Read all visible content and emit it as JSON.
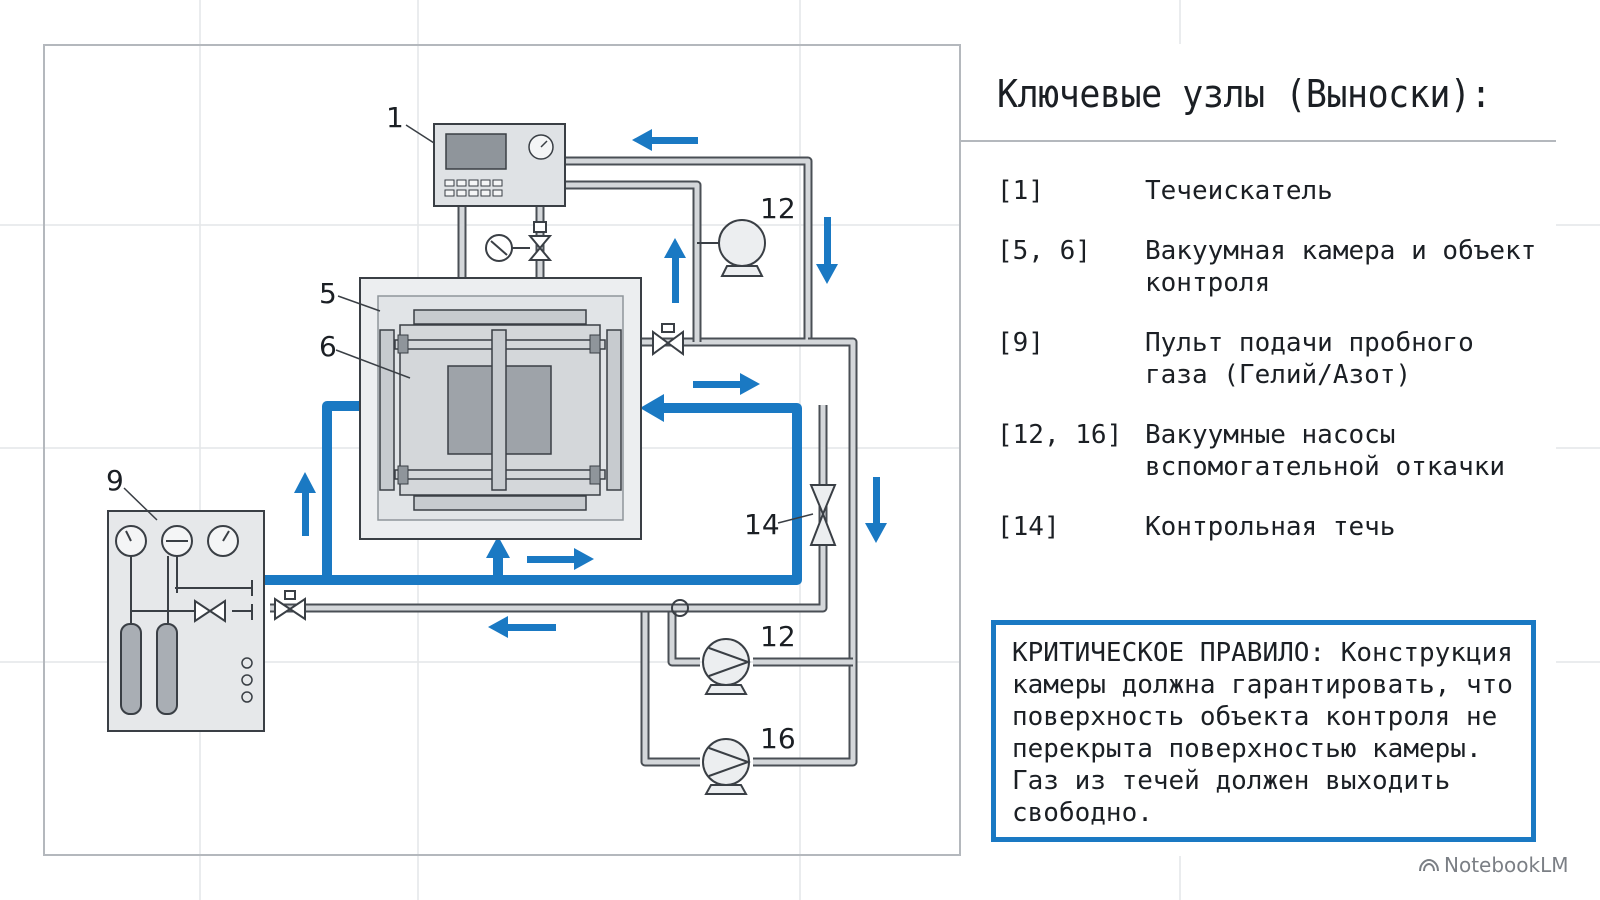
{
  "panel": {
    "title": "Ключевые узлы (Выноски):",
    "legend": [
      {
        "key": "[1]",
        "text": "Течеискатель"
      },
      {
        "key": "[5, 6]",
        "text": "Вакуумная камера и объект контроля"
      },
      {
        "key": "[9]",
        "text": "Пульт подачи пробного газа (Гелий/Азот)"
      },
      {
        "key": "[12, 16]",
        "text": "Вакуумные насосы вспомогательной откачки"
      },
      {
        "key": "[14]",
        "text": "Контрольная течь"
      }
    ],
    "rule": "КРИТИЧЕСКОЕ ПРАВИЛО: Конструкция камеры должна гарантировать, что поверхность объекта контроля не перекрыта поверхностью камеры. Газ из течей должен выходить свободно."
  },
  "diagram": {
    "callouts": {
      "detector": "1",
      "chamber": "5",
      "object": "6",
      "gas_panel": "9",
      "pump_top": "12",
      "pump_mid": "12",
      "pump_bottom": "16",
      "leak": "14"
    },
    "colors": {
      "flow": "#1a79c3",
      "pipe": "#b9bdc2",
      "outline": "#3a3f45",
      "equipment": "#dfe2e5"
    }
  },
  "brand": "NotebookLM"
}
